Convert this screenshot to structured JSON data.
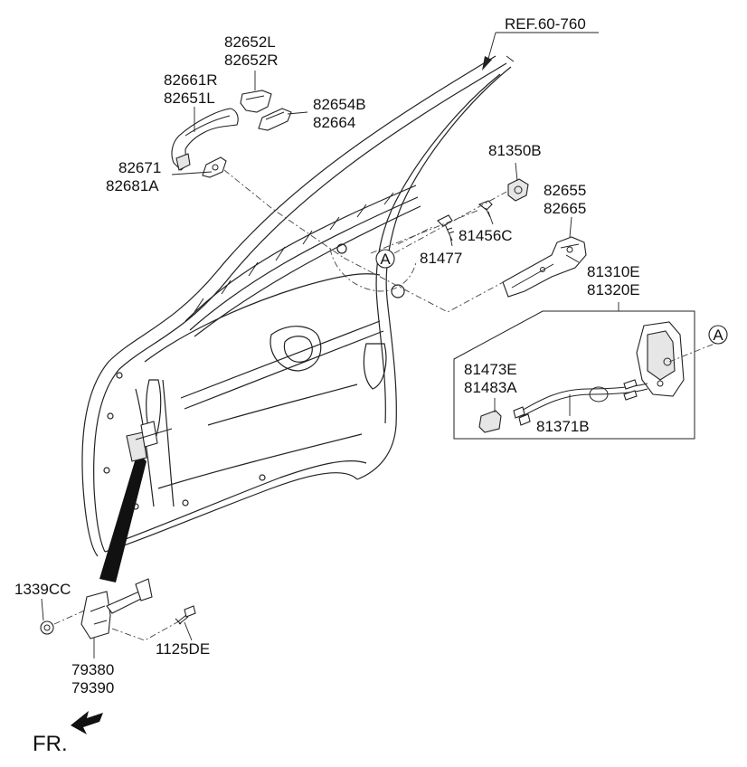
{
  "reference": "REF.60-760",
  "callouts": [
    {
      "id": "ref_a_left",
      "text": "A"
    },
    {
      "id": "ref_a_right",
      "text": "A"
    }
  ],
  "labels": {
    "p82652": [
      "82652L",
      "82652R"
    ],
    "p82661": [
      "82661R",
      "82651L"
    ],
    "p82654": [
      "82654B",
      "82664"
    ],
    "p82671": [
      "82671",
      "82681A"
    ],
    "p81350": [
      "81350B"
    ],
    "p82655": [
      "82655",
      "82665"
    ],
    "p81456": [
      "81456C"
    ],
    "p81477": [
      "81477"
    ],
    "p81310": [
      "81310E",
      "81320E"
    ],
    "p81473": [
      "81473E",
      "81483A"
    ],
    "p81371": [
      "81371B"
    ],
    "p1339": [
      "1339CC"
    ],
    "p1125": [
      "1125DE"
    ],
    "p79380": [
      "79380",
      "79390"
    ]
  },
  "direction_label": "FR."
}
